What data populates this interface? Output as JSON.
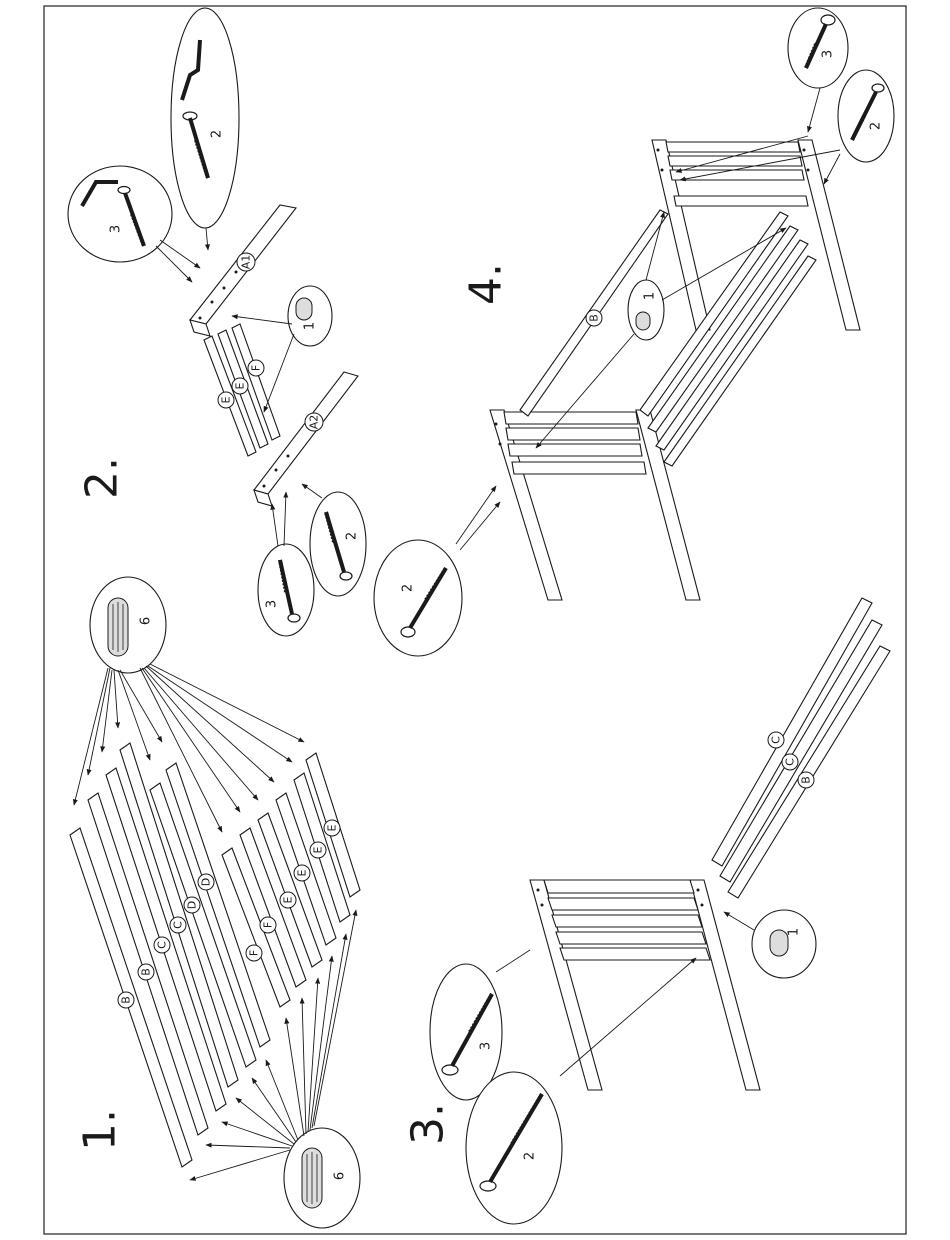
{
  "steps": [
    "1.",
    "2.",
    "3.",
    "4."
  ],
  "hardware": {
    "dowel": "6",
    "bolt": "2",
    "screw": "3",
    "insert": "1"
  },
  "parts": {
    "step1": [
      "B",
      "B",
      "C",
      "C",
      "D",
      "D",
      "F",
      "F",
      "E",
      "E",
      "E",
      "E"
    ],
    "step2": [
      "A1",
      "A2",
      "E",
      "E",
      "F"
    ],
    "step3": [
      "C",
      "C",
      "B"
    ],
    "step4": [
      "B"
    ]
  },
  "icons": [
    "dowel-icon",
    "bolt-icon",
    "screw-icon",
    "insert-icon",
    "allen-key-icon"
  ]
}
